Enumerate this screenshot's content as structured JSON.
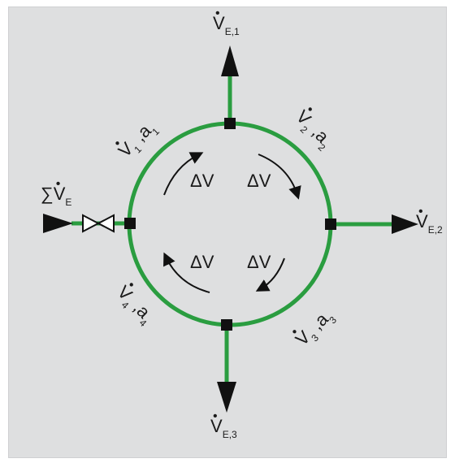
{
  "colors": {
    "pipe": "#2a9d40",
    "panel": "#dedfe0",
    "ink": "#111111"
  },
  "labels": {
    "top_outlet": {
      "symbol": "V",
      "sub": "E,1"
    },
    "right_outlet": {
      "symbol": "V",
      "sub": "E,2"
    },
    "bottom_outlet": {
      "symbol": "V",
      "sub": "E,3"
    },
    "inlet": {
      "prefix": "∑",
      "symbol": "V",
      "sub": "E"
    },
    "seg1": {
      "v": "V",
      "vsub": "1",
      "a": "a",
      "asub": "1"
    },
    "seg2": {
      "v": "V",
      "vsub": "2",
      "a": "a",
      "asub": "2"
    },
    "seg3": {
      "v": "V",
      "vsub": "3",
      "a": "a",
      "asub": "3"
    },
    "seg4": {
      "v": "V",
      "vsub": "4",
      "a": "a",
      "asub": "4"
    },
    "delta": "ΔV"
  },
  "icons": [
    "arrow-up-icon",
    "arrow-right-icon",
    "arrow-down-icon",
    "inlet-arrow-icon",
    "valve-icon",
    "junction-node-icon",
    "circulation-arrow-icon"
  ]
}
